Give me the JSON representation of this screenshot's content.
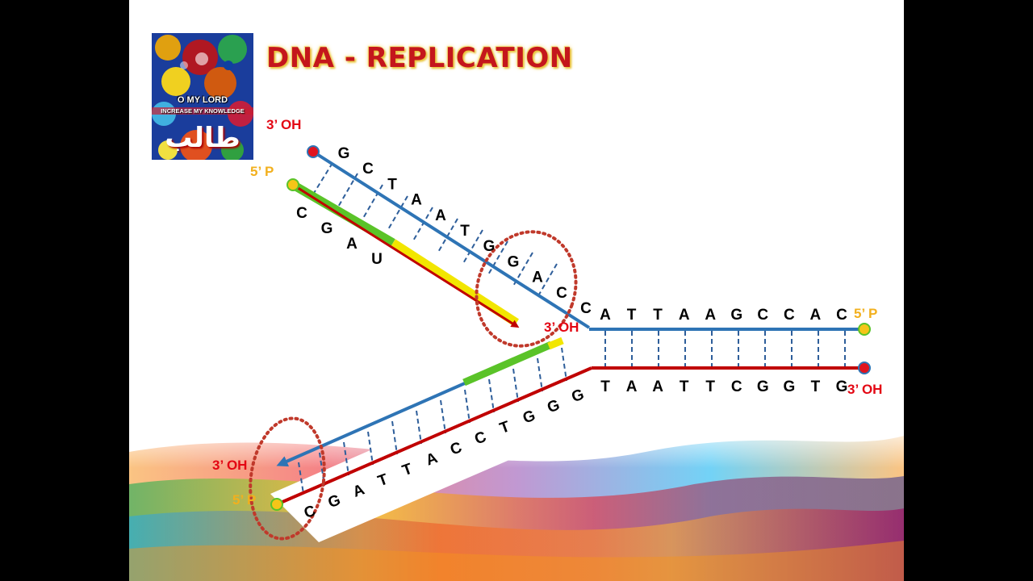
{
  "slide": {
    "title": "DNA - REPLICATION"
  },
  "logo": {
    "line1": "O MY LORD",
    "line2": "INCREASE MY KNOWLEDGE",
    "script": "طالب"
  },
  "labels": {
    "top_template_3oh": "3’ OH",
    "top_primer_5p": "5’ P",
    "fork_3oh": "3’ OH",
    "right_top_5p": "5’ P",
    "right_bottom_3oh": "3’ OH",
    "lower_new_3oh": "3’ OH",
    "lower_template_5p": "5’ P"
  },
  "sequences": {
    "upper_template": [
      "G",
      "C",
      "T",
      "A",
      "A",
      "T",
      "G",
      "G",
      "A",
      "C",
      "C"
    ],
    "upper_new": [
      "C",
      "G",
      "A",
      "U"
    ],
    "right_top": [
      "A",
      "T",
      "T",
      "A",
      "A",
      "G",
      "C",
      "C",
      "A",
      "C"
    ],
    "right_bottom": [
      "T",
      "A",
      "A",
      "T",
      "T",
      "C",
      "G",
      "G",
      "T",
      "G"
    ],
    "lower_template": [
      "C",
      "G",
      "A",
      "T",
      "T",
      "A",
      "C",
      "C",
      "T",
      "G",
      "G",
      "G"
    ]
  },
  "colors": {
    "template_blue": "#2e74b5",
    "strand_red": "#c00000",
    "rung_blue": "#2e5e9a",
    "primer_green": "#5ac328",
    "primer_yellow": "#f2e600",
    "highlight_circle": "#c0392b",
    "end_red": "#e0141e",
    "end_yellow": "#f5c518",
    "label_red": "#e30613",
    "label_yellow": "#f2b01e"
  }
}
